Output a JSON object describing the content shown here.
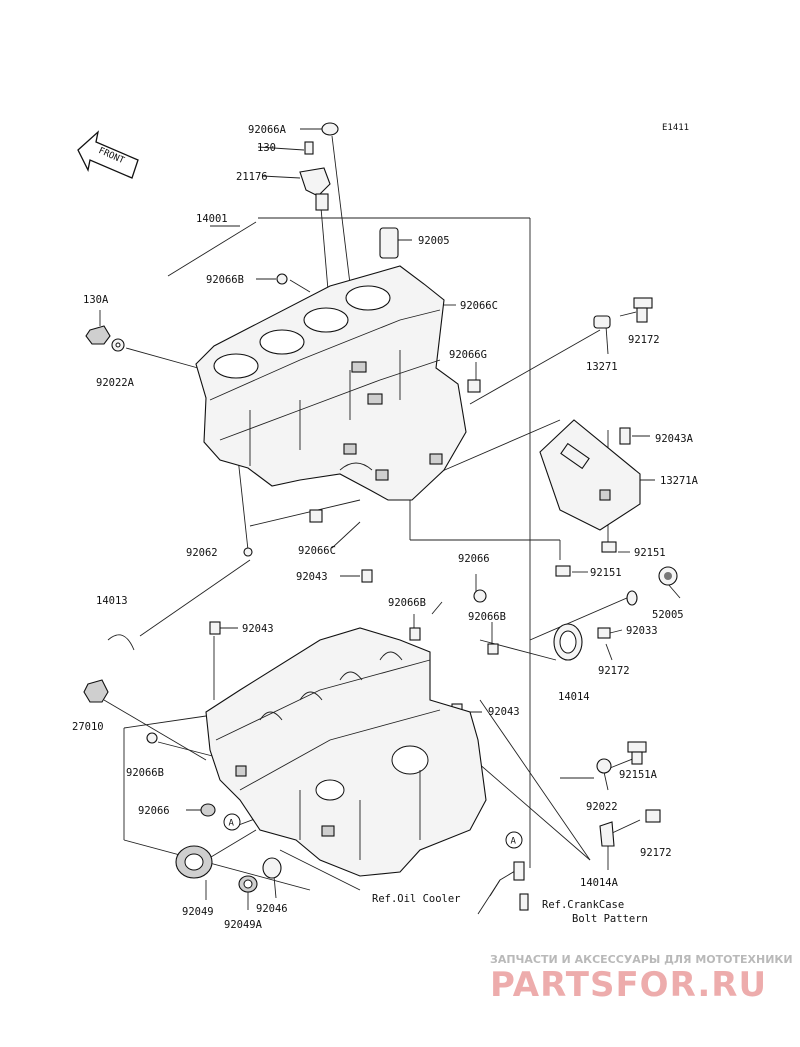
{
  "diagram_code": "E1411",
  "front_label": "FRONT",
  "callouts": [
    {
      "id": "p92066A_top",
      "text": "92066A"
    },
    {
      "id": "p130",
      "text": "130"
    },
    {
      "id": "p21176",
      "text": "21176"
    },
    {
      "id": "p14001",
      "text": "14001"
    },
    {
      "id": "p92005",
      "text": "92005"
    },
    {
      "id": "p92066B_a",
      "text": "92066B"
    },
    {
      "id": "p92066C_a",
      "text": "92066C"
    },
    {
      "id": "p130A",
      "text": "130A"
    },
    {
      "id": "p92172_a",
      "text": "92172"
    },
    {
      "id": "p92066G",
      "text": "92066G"
    },
    {
      "id": "p13271",
      "text": "13271"
    },
    {
      "id": "p92022A",
      "text": "92022A"
    },
    {
      "id": "p92043A",
      "text": "92043A"
    },
    {
      "id": "p13271A",
      "text": "13271A"
    },
    {
      "id": "p92062",
      "text": "92062"
    },
    {
      "id": "p92066C_b",
      "text": "92066C"
    },
    {
      "id": "p92151_a",
      "text": "92151"
    },
    {
      "id": "p92043_a",
      "text": "92043"
    },
    {
      "id": "p92066_a",
      "text": "92066"
    },
    {
      "id": "p92151_b",
      "text": "92151"
    },
    {
      "id": "p52005",
      "text": "52005"
    },
    {
      "id": "p14013",
      "text": "14013"
    },
    {
      "id": "p92066B_b",
      "text": "92066B"
    },
    {
      "id": "p92066B_c",
      "text": "92066B"
    },
    {
      "id": "p92043_b",
      "text": "92043"
    },
    {
      "id": "p92033",
      "text": "92033"
    },
    {
      "id": "p92172_b",
      "text": "92172"
    },
    {
      "id": "p14014",
      "text": "14014"
    },
    {
      "id": "p27010",
      "text": "27010"
    },
    {
      "id": "p92043_c",
      "text": "92043"
    },
    {
      "id": "p92066B_d",
      "text": "92066B"
    },
    {
      "id": "p92151A",
      "text": "92151A"
    },
    {
      "id": "p92066_b",
      "text": "92066"
    },
    {
      "id": "p92022",
      "text": "92022"
    },
    {
      "id": "p92172_c",
      "text": "92172"
    },
    {
      "id": "p14014A",
      "text": "14014A"
    },
    {
      "id": "p92049",
      "text": "92049"
    },
    {
      "id": "p92046",
      "text": "92046"
    },
    {
      "id": "p92049A",
      "text": "92049A"
    }
  ],
  "refs": {
    "oil_cooler": "Ref.Oil Cooler",
    "crankcase_line1": "Ref.CrankCase",
    "crankcase_line2": "Bolt Pattern"
  },
  "markers": {
    "a1": "A",
    "a2": "A"
  },
  "watermark": {
    "line1": "ЗАПЧАСТИ И АКСЕССУАРЫ ДЛЯ МОТОТЕХНИКИ",
    "line2": "PARTSFOR.RU"
  }
}
